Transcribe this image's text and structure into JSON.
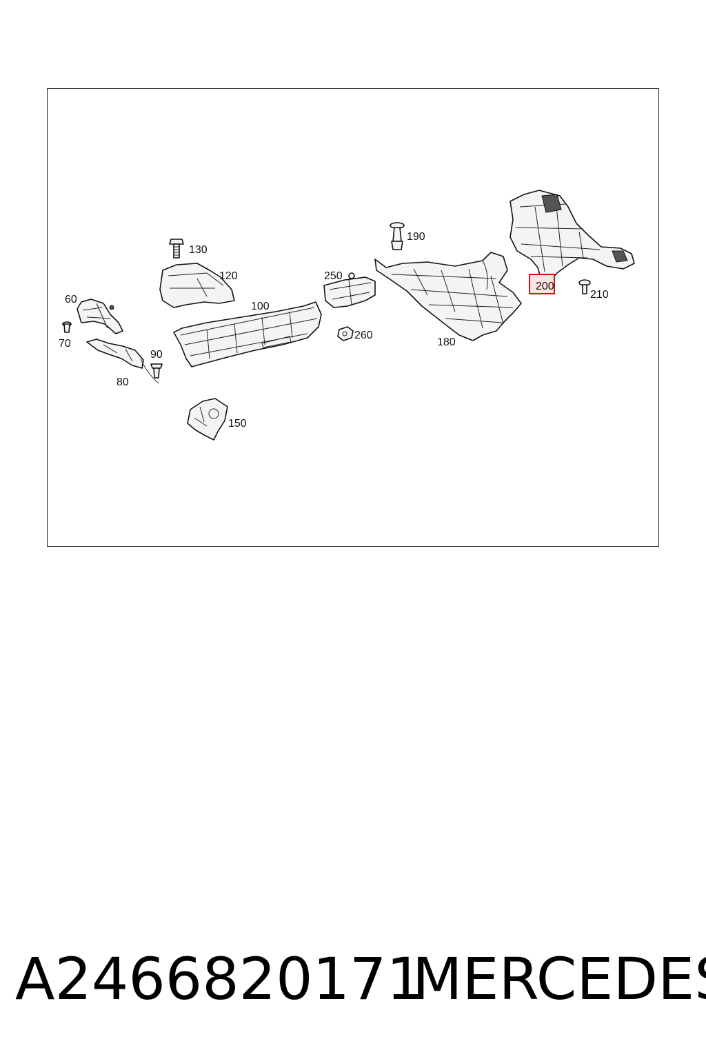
{
  "diagram": {
    "highlight_color": "#d11111",
    "callouts": {
      "c60": "60",
      "c70": "70",
      "c80": "80",
      "c90": "90",
      "c100": "100",
      "c120": "120",
      "c130": "130",
      "c150": "150",
      "c180": "180",
      "c190": "190",
      "c200": "200",
      "c210": "210",
      "c250": "250",
      "c260": "260"
    }
  },
  "footer": {
    "part_number": "A2466820171",
    "brand": "MERCEDES"
  }
}
